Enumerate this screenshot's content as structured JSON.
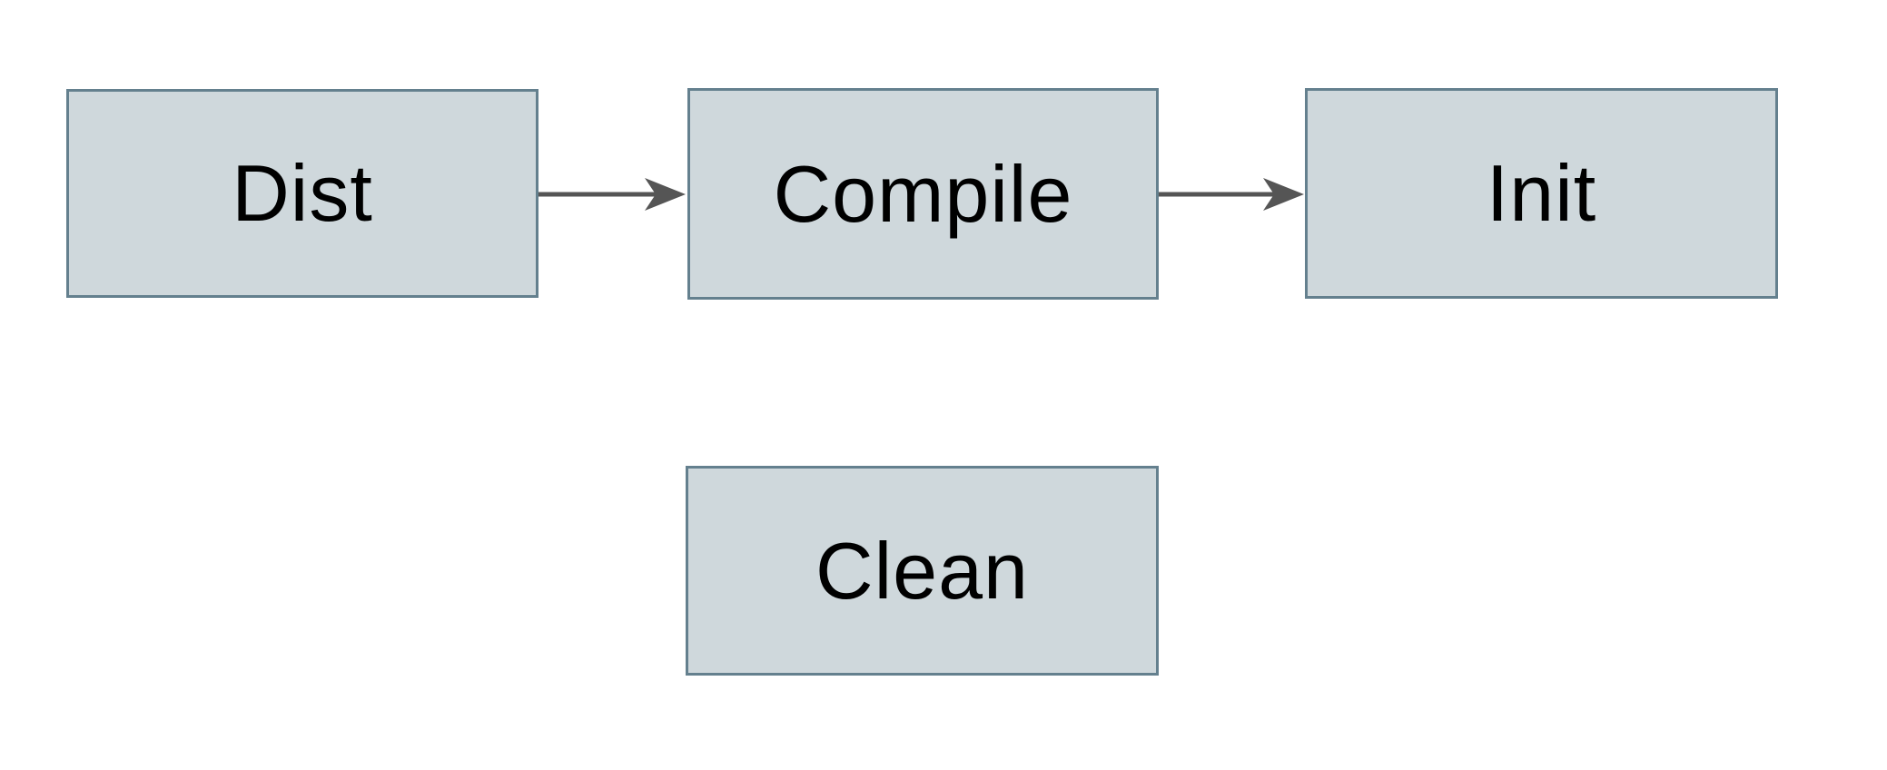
{
  "diagram": {
    "type": "flowchart",
    "nodes": [
      {
        "id": "dist",
        "label": "Dist"
      },
      {
        "id": "compile",
        "label": "Compile"
      },
      {
        "id": "init",
        "label": "Init"
      },
      {
        "id": "clean",
        "label": "Clean"
      }
    ],
    "edges": [
      {
        "from": "Dist",
        "to": "Compile",
        "style": "arrow"
      },
      {
        "from": "Compile",
        "to": "Init",
        "style": "arrow"
      }
    ],
    "colors": {
      "node_fill": "#cfd8dc",
      "node_border": "#64808e",
      "arrow": "#555555",
      "text": "#000000",
      "background": "#ffffff"
    }
  }
}
